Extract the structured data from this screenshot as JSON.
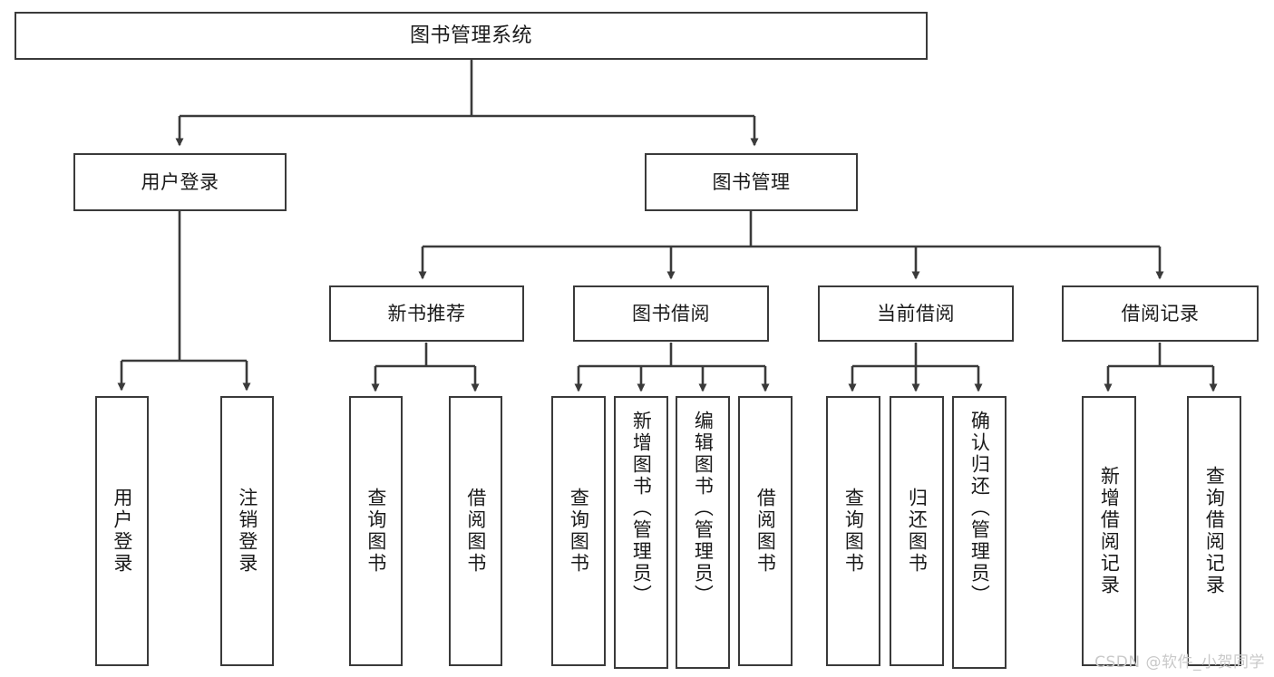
{
  "diagram": {
    "title": "图书管理系统",
    "watermark": "CSDN @软件_小贺同学",
    "line_color": "#3a3a3a",
    "box_fill": "#ffffff",
    "text_color": "#1a1a1a",
    "watermark_color": "#c9c9c9"
  },
  "nodes": {
    "root": {
      "label": "图书管理系统"
    },
    "level2": [
      {
        "label": "用户登录"
      },
      {
        "label": "图书管理"
      }
    ],
    "level3": [
      {
        "label": "新书推荐"
      },
      {
        "label": "图书借阅"
      },
      {
        "label": "当前借阅"
      },
      {
        "label": "借阅记录"
      }
    ],
    "login_children": [
      {
        "label": "用户登录"
      },
      {
        "label": "注销登录"
      }
    ],
    "newbook_children": [
      {
        "label": "查询图书"
      },
      {
        "label": "借阅图书"
      }
    ],
    "borrow_children": [
      {
        "label": "查询图书"
      },
      {
        "label": "新增图书（管理员）"
      },
      {
        "label": "编辑图书（管理员）"
      },
      {
        "label": "借阅图书"
      }
    ],
    "current_children": [
      {
        "label": "查询图书"
      },
      {
        "label": "归还图书"
      },
      {
        "label": "确认归还（管理员）"
      }
    ],
    "record_children": [
      {
        "label": "新增借阅记录"
      },
      {
        "label": "查询借阅记录"
      }
    ]
  }
}
